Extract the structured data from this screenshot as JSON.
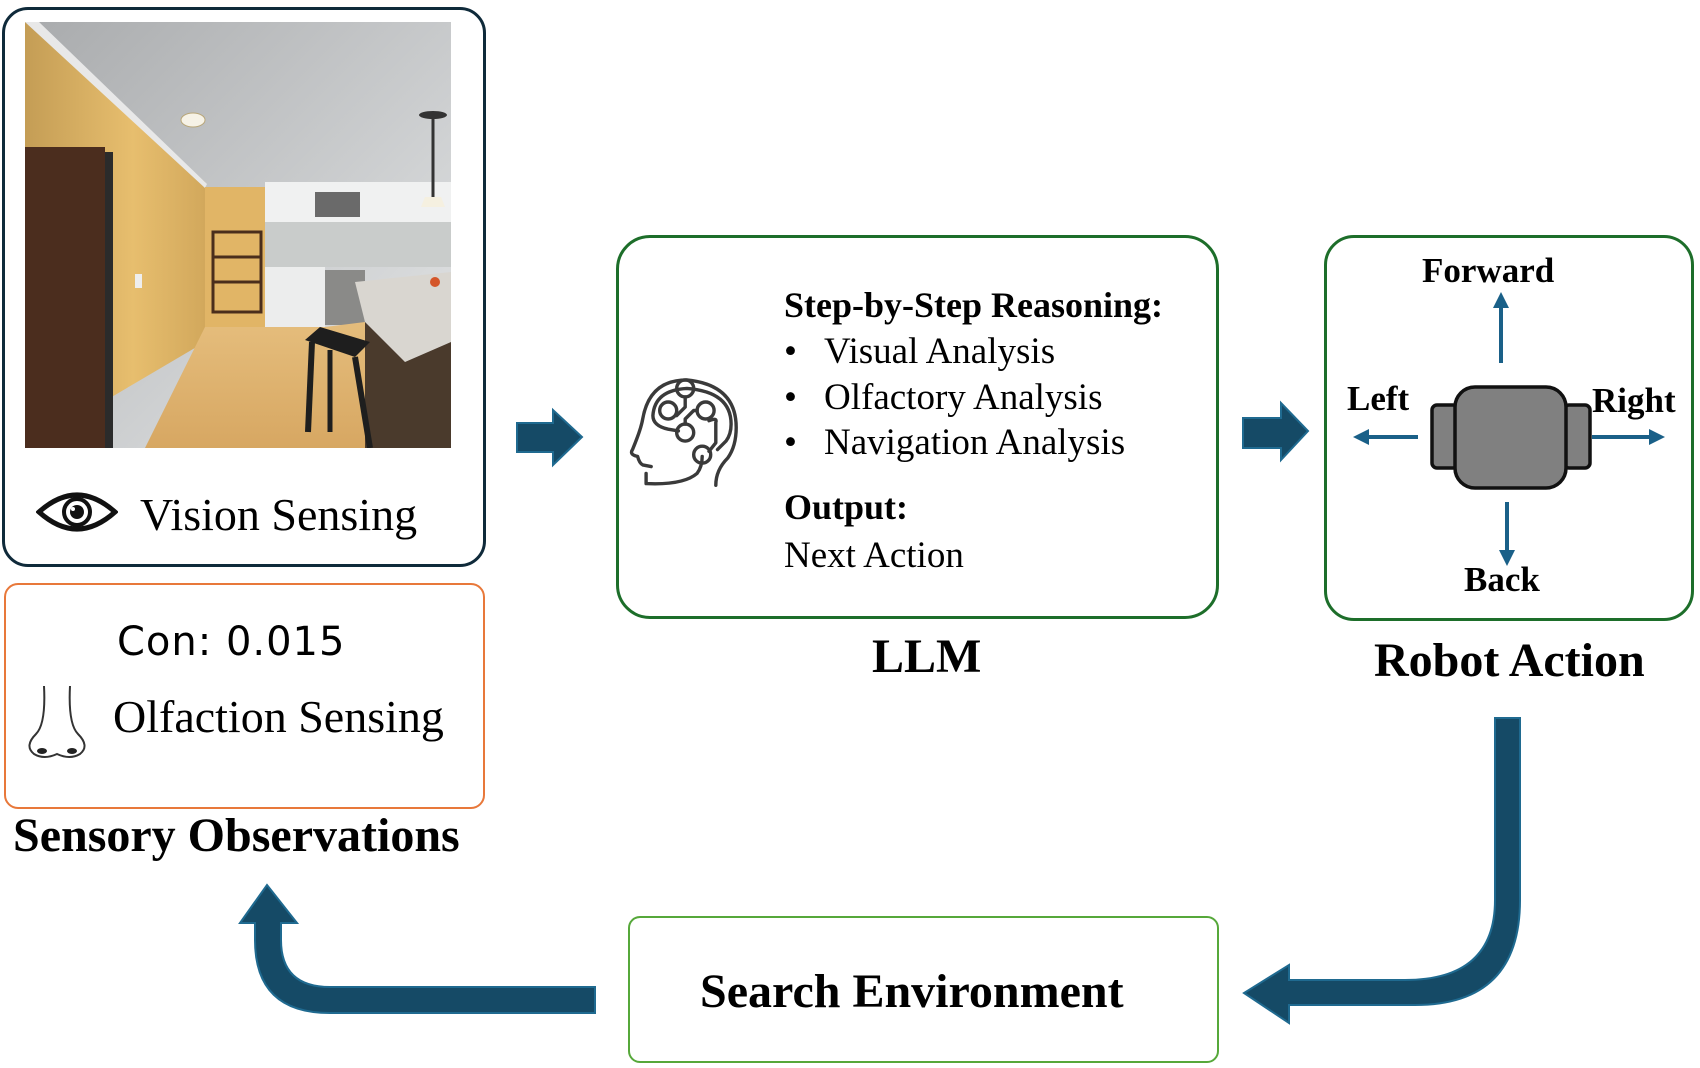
{
  "sensory": {
    "vision_label": "Vision Sensing",
    "olfaction_concentration": "Con: 0.015",
    "olfaction_label": "Olfaction Sensing",
    "section_title": "Sensory Observations",
    "scene_description": "Rendered indoor kitchen scene with yellow walls, wooden door, shelf, white cabinets, island counter and bar stool",
    "icons": {
      "vision": "eye-icon",
      "olfaction": "nose-icon"
    }
  },
  "llm": {
    "icon": "brain-circuit-head-icon",
    "reasoning_heading": "Step-by-Step Reasoning:",
    "reasoning_items": [
      "Visual Analysis",
      "Olfactory Analysis",
      "Navigation Analysis"
    ],
    "bullet": "•",
    "output_heading": "Output:",
    "output_value": "Next Action",
    "section_title": "LLM"
  },
  "robot": {
    "actions": {
      "forward": "Forward",
      "left": "Left",
      "right": "Right",
      "back": "Back"
    },
    "section_title": "Robot Action"
  },
  "environment": {
    "label": "Search Environment"
  },
  "colors": {
    "arrow_fill": "#154a66",
    "arrow_edge": "#1f6a90",
    "direction_arrow": "#1a6088",
    "vision_border": "#0f2a3a",
    "olfaction_border": "#e8783a",
    "llm_border": "#1d6e2a",
    "search_border": "#56a83a",
    "robot_body": "#808080"
  }
}
